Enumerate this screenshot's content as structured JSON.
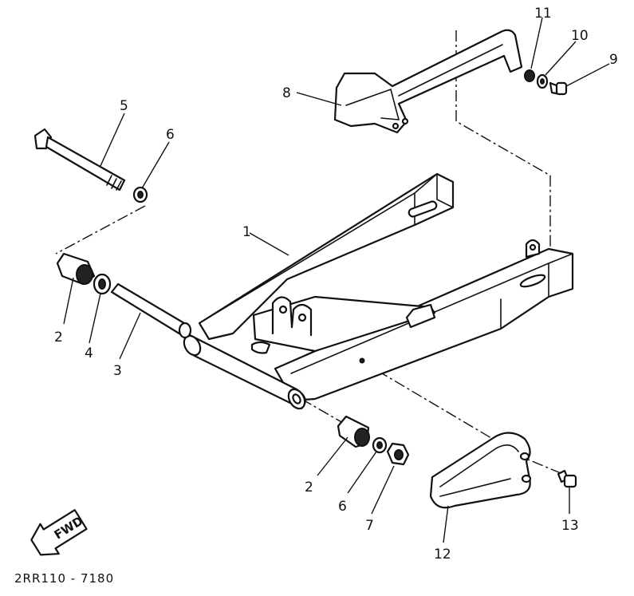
{
  "figure": {
    "code": "2RR110 - 7180",
    "direction_label": "FWD"
  },
  "callouts": {
    "c1": "1",
    "c2a": "2",
    "c2b": "2",
    "c3": "3",
    "c4": "4",
    "c5": "5",
    "c6a": "6",
    "c6b": "6",
    "c7": "7",
    "c8": "8",
    "c9": "9",
    "c10": "10",
    "c11": "11",
    "c12": "12",
    "c13": "13"
  },
  "icons": {
    "direction": "fwd-arrow-icon"
  }
}
